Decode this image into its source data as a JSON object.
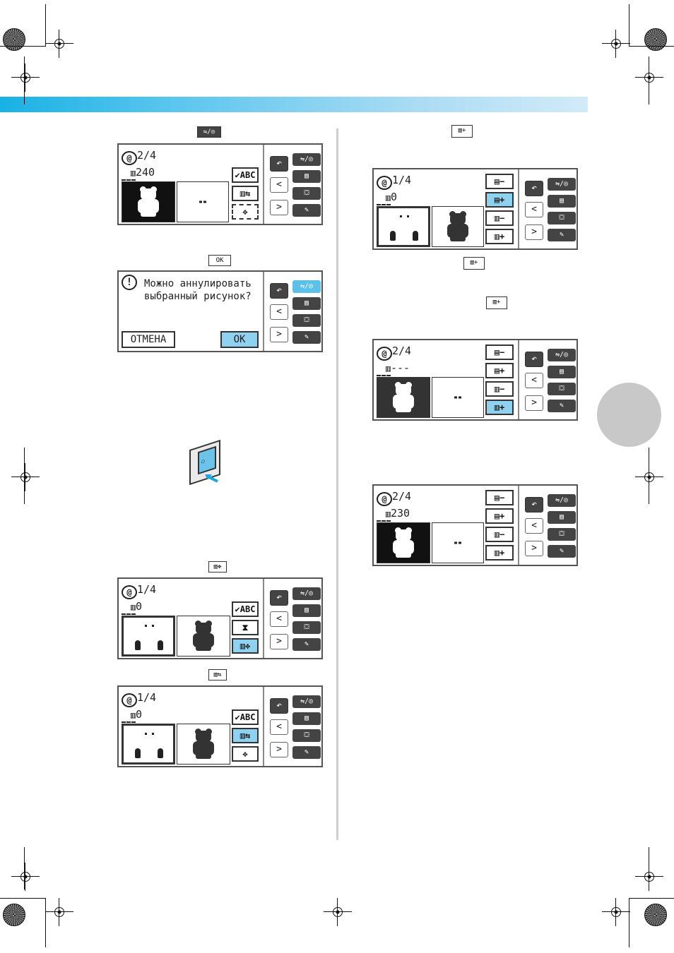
{
  "inline_icons": {
    "pattern_select": "⇋/◎",
    "ok_label": "OK",
    "stitch_move": "▥✥",
    "stitch_back": "▥⇆",
    "needle_plus": "▥+"
  },
  "panel_a": {
    "counter": "2/4",
    "stitches": "240",
    "buttons": [
      "✔ABC",
      "▥⇆",
      "✥"
    ]
  },
  "panel_b": {
    "message": "Можно аннулировать выбранный рисунок?",
    "cancel_label": "ОТМЕНА",
    "ok_label": "OK"
  },
  "panel_c": {
    "counter": "1/4",
    "stitches": "0",
    "buttons": [
      "✔ABC",
      "⧗",
      "▥✥"
    ]
  },
  "panel_d": {
    "counter": "1/4",
    "stitches": "0",
    "buttons": [
      "✔ABC",
      "▥⇆",
      "✥"
    ]
  },
  "panel_e": {
    "counter": "1/4",
    "stitches": "0",
    "buttons": [
      "▤−",
      "▤+",
      "▥−",
      "▥+"
    ]
  },
  "panel_f": {
    "counter": "2/4",
    "stitches": "---",
    "buttons": [
      "▤−",
      "▤+",
      "▥−",
      "▥+"
    ]
  },
  "panel_g": {
    "counter": "2/4",
    "stitches": "230",
    "buttons": [
      "▤−",
      "▤+",
      "▥−",
      "▥+"
    ]
  },
  "side_panel": {
    "back": "↶",
    "select": "⇋/◎",
    "prev": "<",
    "next": ">",
    "memory": "▤",
    "hoop": "⛋",
    "edit": "✎"
  },
  "switch_label": "○",
  "colors": {
    "header_start": "#18b2e4",
    "header_end": "#d2ebf8",
    "active_button": "#8fd2f0",
    "side_circle": "#c8c8c8"
  }
}
